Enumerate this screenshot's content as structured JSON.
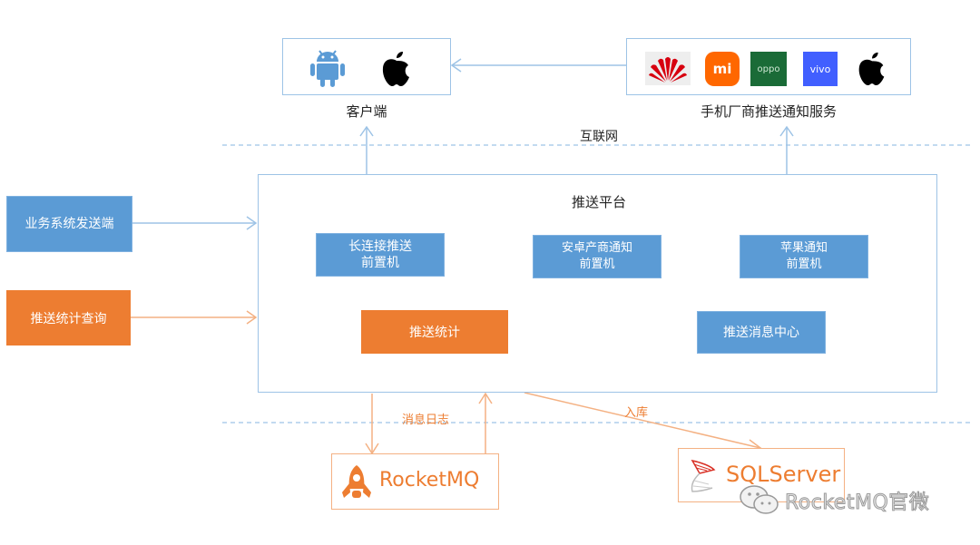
{
  "regions": {
    "internet_label": "互联网"
  },
  "client": {
    "caption": "客户端",
    "icons": [
      "android-icon",
      "apple-icon"
    ]
  },
  "vendor_push": {
    "caption": "手机厂商推送通知服务",
    "icons": [
      {
        "name": "huawei-logo",
        "text": ""
      },
      {
        "name": "xiaomi-logo",
        "text": "mi"
      },
      {
        "name": "oppo-logo",
        "text": "oppo"
      },
      {
        "name": "vivo-logo",
        "text": "vivo"
      },
      {
        "name": "apple-icon",
        "text": ""
      }
    ]
  },
  "sources": {
    "business_sender": "业务系统发送端",
    "stats_query": "推送统计查询"
  },
  "platform": {
    "title": "推送平台",
    "modules": {
      "long_conn_line1": "长连接推送",
      "long_conn_line2": "前置机",
      "android_line1": "安卓产商通知",
      "android_line2": "前置机",
      "apple_line1": "苹果通知",
      "apple_line2": "前置机",
      "stats": "推送统计",
      "msg_center": "推送消息中心"
    }
  },
  "storage": {
    "msg_log_label": "消息日志",
    "ingest_label": "入库",
    "rocketmq": "RocketMQ",
    "sqlserver": "SQLServer"
  },
  "watermark": "RocketMQ官微",
  "colors": {
    "blue": "#5b9bd5",
    "light_blue": "#9dc3e6",
    "orange": "#ed7d31"
  }
}
